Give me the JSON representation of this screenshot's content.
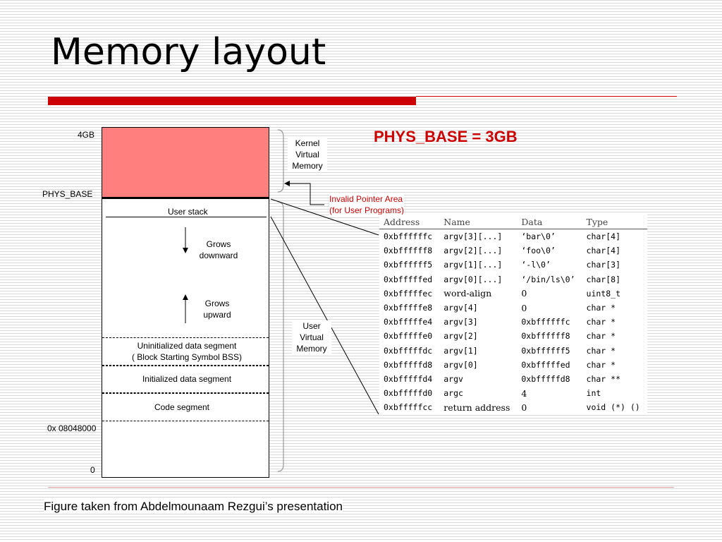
{
  "slide": {
    "title": "Memory layout",
    "phys_base_heading": "PHYS_BASE = 3GB",
    "caption": "Figure taken from Abdelmounaam Rezgui’s presentation",
    "accent_color": "#cc0000"
  },
  "memory_diagram": {
    "addr_4gb": "4GB",
    "addr_phys_base": "PHYS_BASE",
    "addr_code_start": "0x 08048000",
    "addr_zero": "0",
    "kernel_label_lines": [
      "Kernel",
      "Virtual",
      "Memory"
    ],
    "user_label_lines": [
      "User",
      "Virtual",
      "Memory"
    ],
    "invalid_area_lines": [
      "Invalid Pointer Area",
      "(for User Programs)"
    ],
    "user_stack": "User stack",
    "grows_down_lines": [
      "Grows",
      "downward"
    ],
    "grows_up_lines": [
      "Grows",
      "upward"
    ],
    "segments": {
      "bss_line1": "Uninitialized data segment",
      "bss_line2": "(  Block Starting Symbol BSS)",
      "data": "Initialized data segment",
      "code": "Code segment"
    },
    "kernel_color": "#ff7f7f"
  },
  "stack_table": {
    "headers": [
      "Address",
      "Name",
      "Data",
      "Type"
    ],
    "rows": [
      [
        "0xbffffffc",
        "argv[3][...]",
        "‘bar\\0’",
        "char[4]"
      ],
      [
        "0xbffffff8",
        "argv[2][...]",
        "‘foo\\0’",
        "char[4]"
      ],
      [
        "0xbffffff5",
        "argv[1][...]",
        "‘-l\\0’",
        "char[3]"
      ],
      [
        "0xbfffffed",
        "argv[0][...]",
        "‘/bin/ls\\0’",
        "char[8]"
      ],
      [
        "0xbfffffec",
        "word-align",
        "0",
        "uint8_t"
      ],
      [
        "0xbfffffe8",
        "argv[4]",
        "0",
        "char *"
      ],
      [
        "0xbfffffe4",
        "argv[3]",
        "0xbffffffc",
        "char *"
      ],
      [
        "0xbfffffe0",
        "argv[2]",
        "0xbffffff8",
        "char *"
      ],
      [
        "0xbfffffdc",
        "argv[1]",
        "0xbffffff5",
        "char *"
      ],
      [
        "0xbfffffd8",
        "argv[0]",
        "0xbfffffed",
        "char *"
      ],
      [
        "0xbfffffd4",
        "argv",
        "0xbfffffd8",
        "char **"
      ],
      [
        "0xbfffffd0",
        "argc",
        "4",
        "int"
      ],
      [
        "0xbfffffcc",
        "return address",
        "0",
        "void (*) ()"
      ]
    ]
  }
}
